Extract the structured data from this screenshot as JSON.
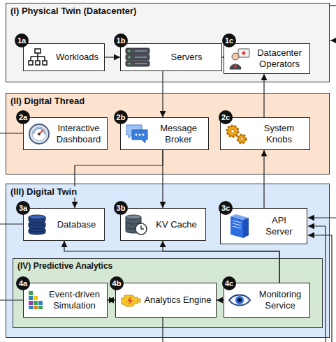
{
  "diagram": {
    "nodes": [
      {
        "text": [
          "(I) Physical Twin (Datacenter)"
        ]
      },
      {
        "text": [
          "Workloads"
        ],
        "in": 0
      },
      {
        "text": [
          "Servers"
        ],
        "in": 0
      },
      {
        "text": [
          "Datacenter Operators"
        ],
        "in": 0
      },
      {
        "text": [
          "(II) Digital Thread"
        ]
      },
      {
        "text": [
          "Interactive Dashboard"
        ],
        "in": 4
      },
      {
        "text": [
          "Message Broker"
        ],
        "in": 4
      },
      {
        "text": [
          "System Knobs"
        ],
        "in": 4
      },
      {
        "text": [
          "(III) Digital Twin"
        ]
      },
      {
        "text": [
          "Database"
        ],
        "in": 8
      },
      {
        "text": [
          "KV Cache"
        ],
        "in": 8
      },
      {
        "text": [
          "API Server"
        ],
        "in": 8
      },
      {
        "text": [
          "(IV) Predictive Analytics"
        ],
        "in": 8
      },
      {
        "text": [
          "Event-driven Simulation"
        ],
        "in": 12
      },
      {
        "text": [
          "Analytics Engine"
        ],
        "in": 12
      },
      {
        "text": [
          "Monitoring Service"
        ],
        "in": 12
      }
    ],
    "edges": [
      {
        "from": 1,
        "to": 2,
        "arrow": "to"
      },
      {
        "from": 3,
        "to": 2,
        "arrow": "to"
      },
      {
        "from": 2,
        "to": 6,
        "arrow": "to"
      },
      {
        "from": 7,
        "to": 3,
        "arrow": "to"
      },
      {
        "from": 6,
        "to": 9,
        "arrow": "to"
      },
      {
        "from": 6,
        "to": 10,
        "arrow": "to"
      },
      {
        "from": 11,
        "to": 7,
        "arrow": "to"
      },
      {
        "from": 15,
        "to": 14,
        "arrow": "to"
      },
      {
        "from": 14,
        "to": 13,
        "arrow": "both"
      },
      {
        "from": 15,
        "to": 9,
        "arrow": "to"
      },
      {
        "from": 15,
        "to": 10,
        "arrow": "to"
      }
    ],
    "labels": [
      "1a",
      "1b",
      "1c",
      "2a",
      "2b",
      "2c",
      "3a",
      "3b",
      "3c",
      "4a",
      "4b",
      "4c"
    ]
  }
}
